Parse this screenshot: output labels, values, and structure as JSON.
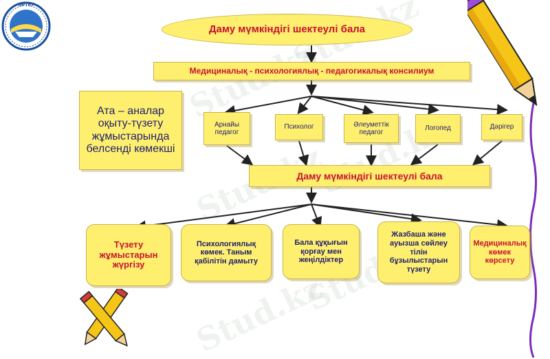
{
  "logo": {
    "text": "ӨРТЕУ"
  },
  "watermark": "Stud.kz",
  "top": "Даму мүмкіндігі шектеулі бала",
  "consilium": "Медициналық - психологиялық - педагогикалық консилиум",
  "parents": "Ата – аналар оқыту-түзету жұмыстарында белсенді көмекші",
  "specialists": [
    "Арнайы педагог",
    "Психолог",
    "Әлеуметтік педагог",
    "Логопед",
    "Дәрігер"
  ],
  "middle": "Даму мүмкіндігі шектеулі бала",
  "outcomes": [
    "Түзету жұмыстарын жүргізу",
    "Психологиялық көмек. Таным қабілітін дамыту",
    "Бала құқығын қорғау мен жеңілдіктер",
    "Жазбаша және ауызша сөйлеу тілін бұзылыстарын түзету",
    "Медициналық көмек көрсету"
  ],
  "colors": {
    "box": "#ffef6e",
    "text_red": "#c8102e",
    "text_dark": "#1f1f6e",
    "accent": "#7b2bbf"
  }
}
